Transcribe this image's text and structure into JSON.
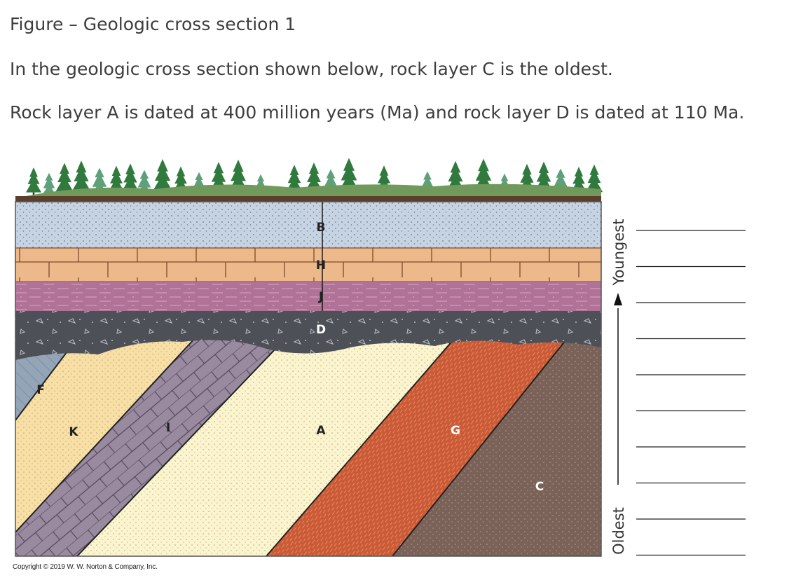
{
  "figure": {
    "title": "Figure – Geologic cross section 1",
    "intro": "In the geologic cross section shown below, rock layer C is the oldest.",
    "dates": "Rock layer A is dated at 400 million years (Ma) and rock layer D is dated at 110 Ma."
  },
  "cross_section": {
    "layers": {
      "B": "B",
      "H": "H",
      "J": "J",
      "D": "D",
      "F": "F",
      "K": "K",
      "I": "I",
      "A": "A",
      "G": "G",
      "C": "C"
    },
    "colors": {
      "B": "#c6d3e3",
      "H": "#eeb98a",
      "J": "#b07296",
      "D": "#4d5057",
      "F": "#94a5b8",
      "K": "#f8dfa5",
      "I": "#9a8aa0",
      "A": "#fbf5cf",
      "G": "#cb5a36",
      "C": "#7a6258"
    },
    "copyright": "Copyright © 2019 W. W. Norton & Company, Inc."
  },
  "age_scale": {
    "top_label": "Youngest",
    "bottom_label": "Oldest",
    "blank_lines": 10
  }
}
